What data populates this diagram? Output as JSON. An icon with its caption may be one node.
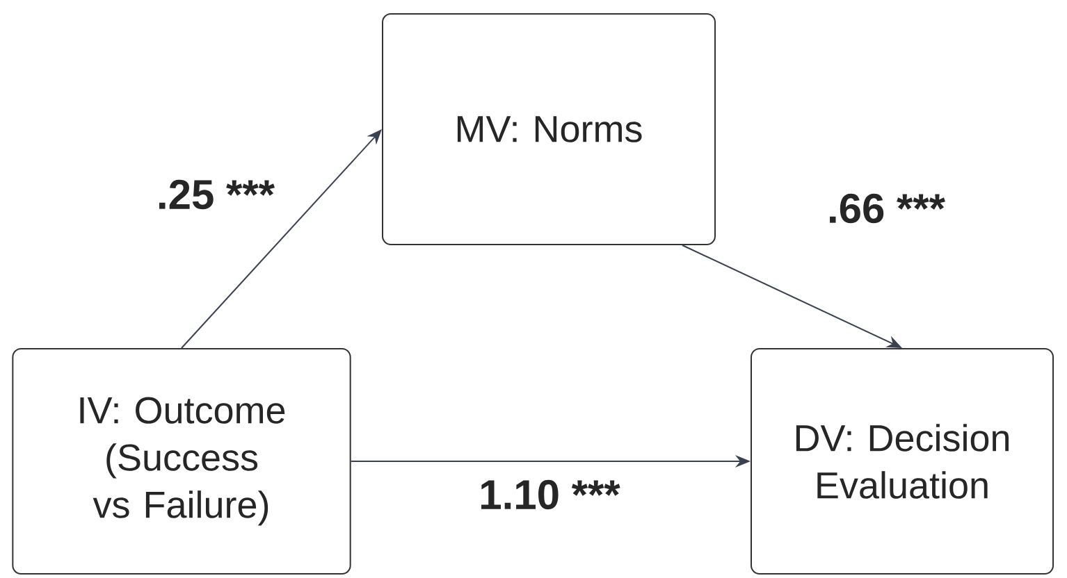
{
  "diagram": {
    "nodes": [
      {
        "text": [
          "IV: Outcome (Success vs Failure)"
        ]
      },
      {
        "text": [
          "MV: Norms"
        ]
      },
      {
        "text": [
          "DV: Decision Evaluation"
        ]
      }
    ],
    "edges": [
      {
        "from": 0,
        "to": 1,
        "arrow": "to",
        "label": ".25 ***"
      },
      {
        "from": 1,
        "to": 2,
        "arrow": "to",
        "label": ".66 ***"
      },
      {
        "from": 0,
        "to": 2,
        "arrow": "to",
        "label": "1.10 ***"
      }
    ]
  }
}
